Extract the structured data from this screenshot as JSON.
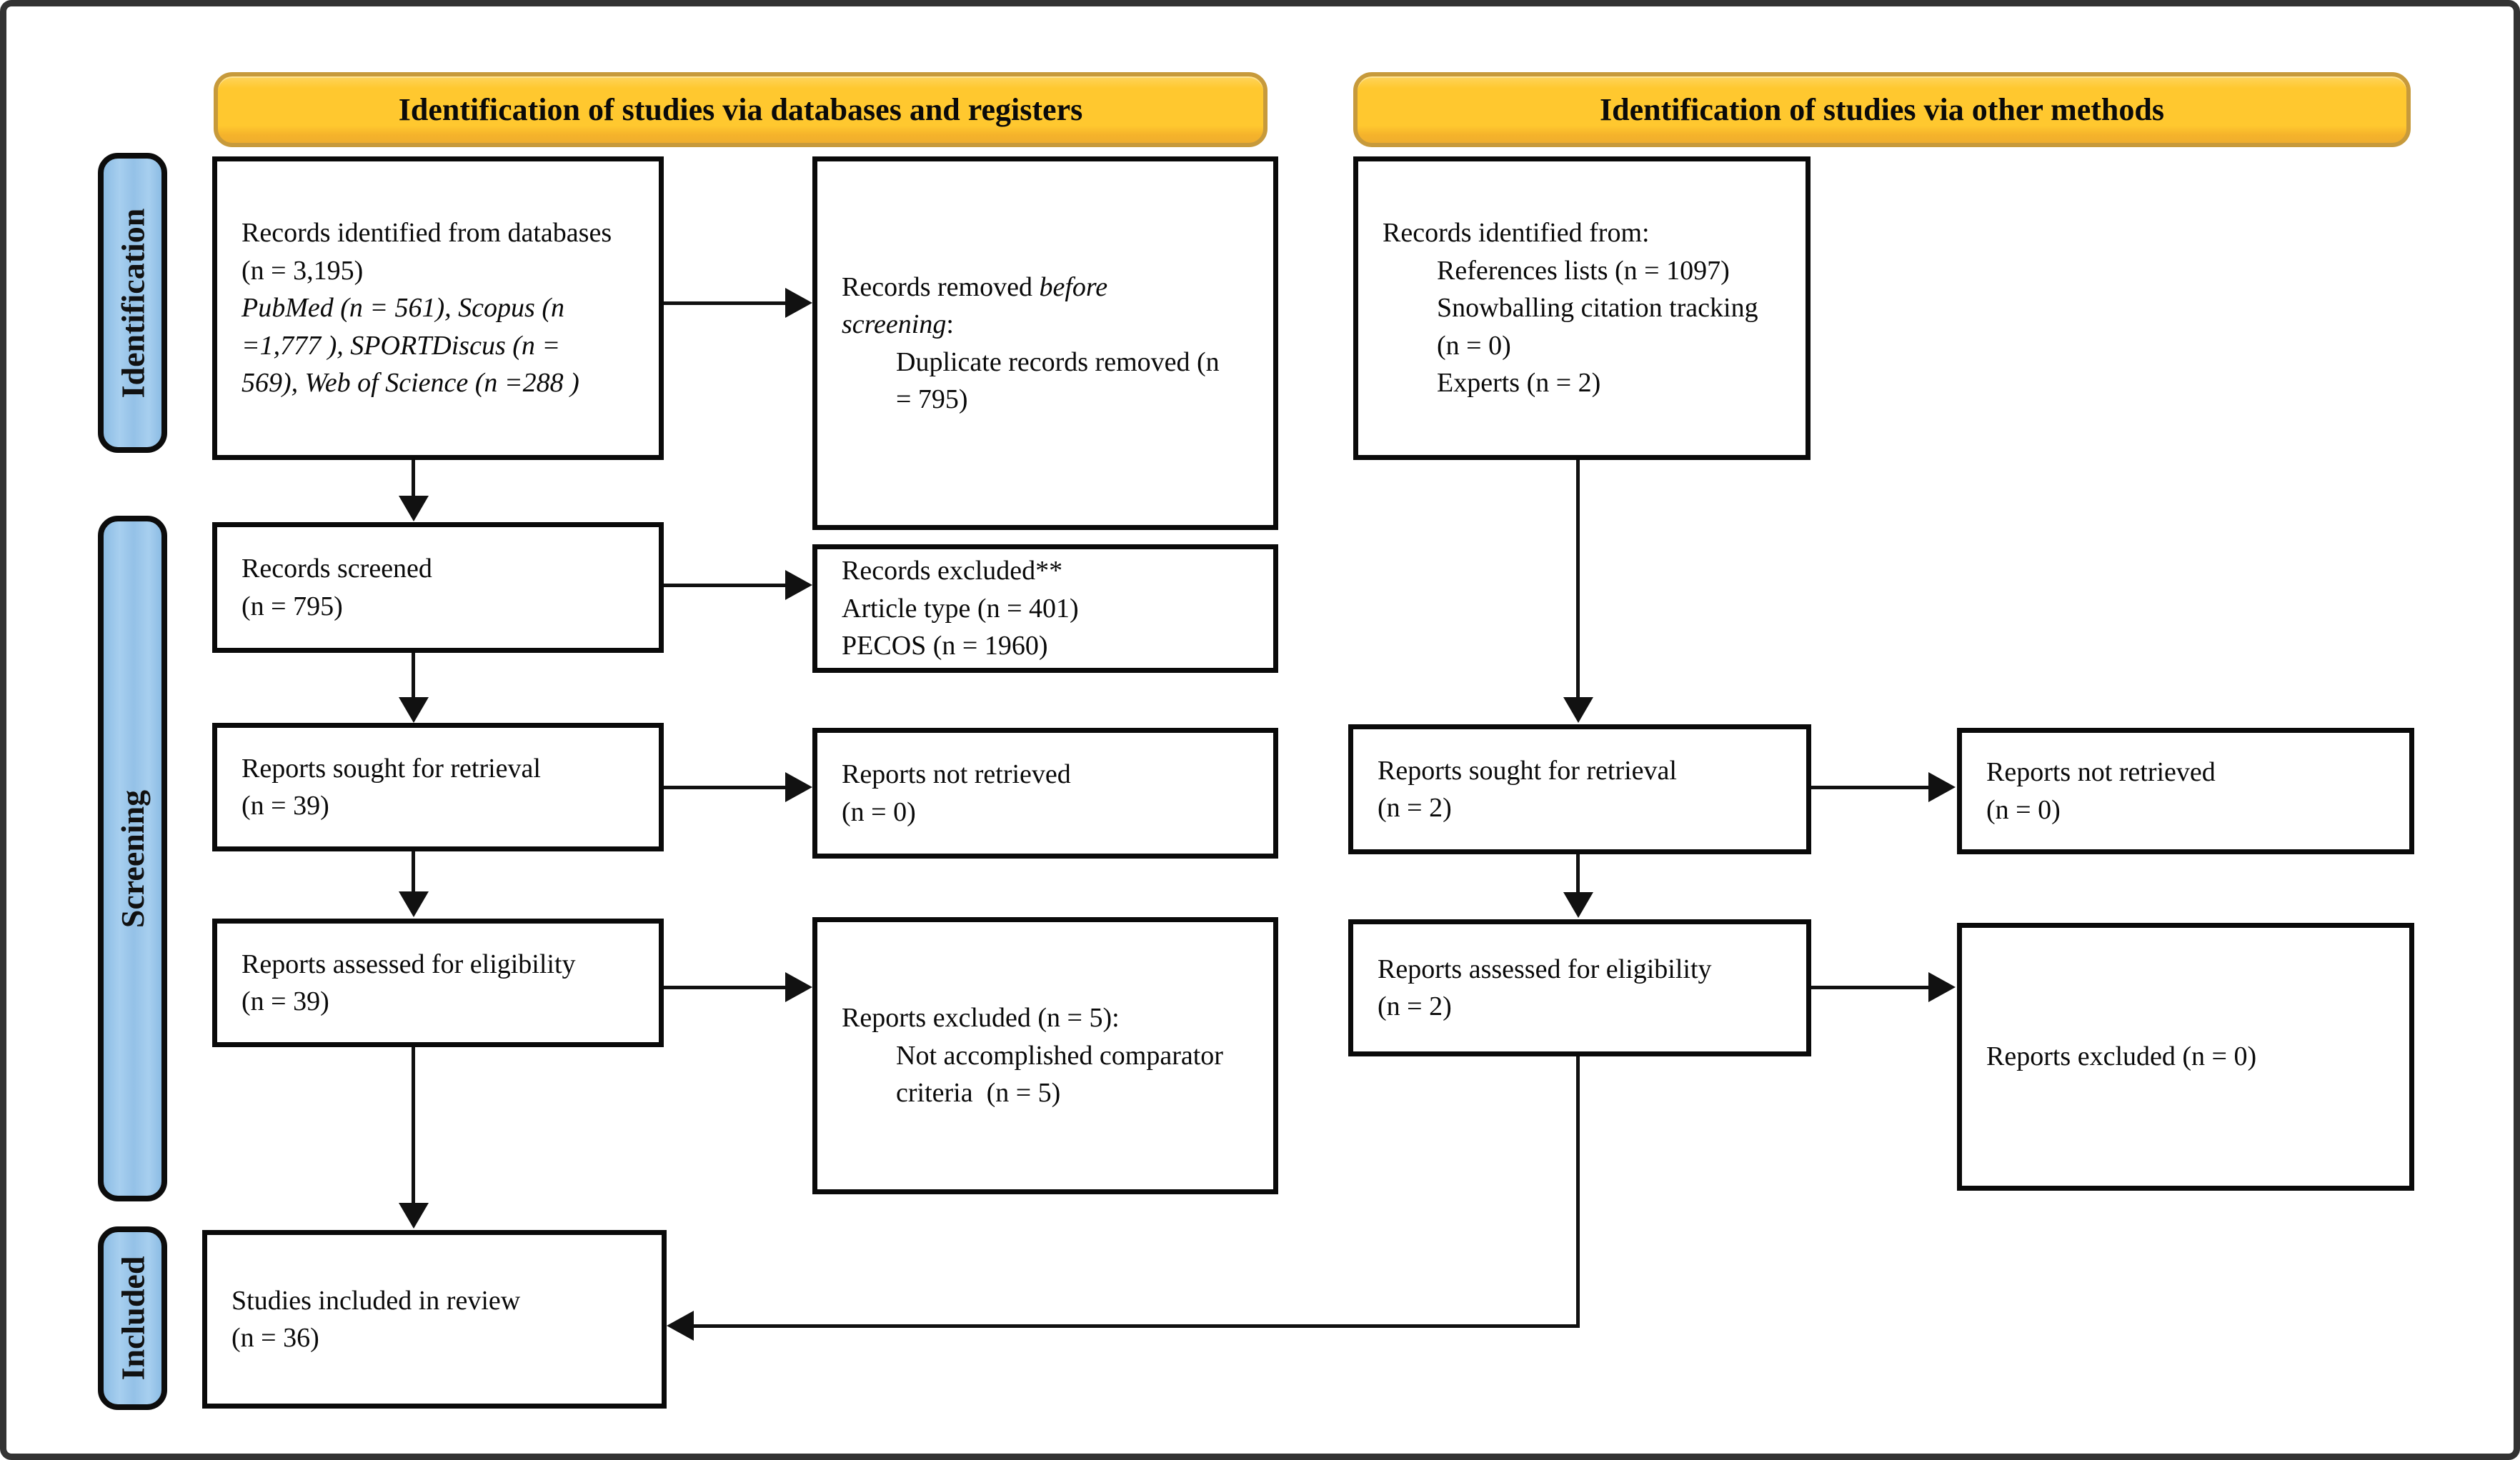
{
  "headers": {
    "left": "Identification of studies via databases and registers",
    "right": "Identification of studies via other methods"
  },
  "sidebar": {
    "identification": "Identification",
    "screening": "Screening",
    "included": "Included"
  },
  "boxes": {
    "records_identified_db": {
      "main": "Records identified from databases\n(n = 3,195)\n",
      "detail_italic": "PubMed (n = 561), Scopus (n\n=1,777 ), SPORTDiscus (n =\n569), Web of Science (n =288 )"
    },
    "records_removed": {
      "prefix": "Records removed ",
      "italic": "before\nscreening",
      "suffix": ":\n        Duplicate records removed (n\n        = 795)"
    },
    "records_screened": {
      "text": "Records screened\n(n = 795)"
    },
    "records_excluded": {
      "text": "Records excluded**\nArticle type (n = 401)\nPECOS (n = 1960)"
    },
    "reports_sought_db": {
      "text": "Reports sought for retrieval\n(n = 39)"
    },
    "reports_not_retrieved_db": {
      "text": "Reports not retrieved\n(n = 0)"
    },
    "reports_assessed_db": {
      "text": "Reports assessed for eligibility\n(n = 39)"
    },
    "reports_excluded_db": {
      "text": "Reports excluded (n = 5):\n        Not accomplished comparator\n        criteria  (n = 5)"
    },
    "records_identified_other": {
      "text": "Records identified from:\n        References lists (n = 1097)\n        Snowballing citation tracking\n        (n = 0)\n        Experts (n = 2)"
    },
    "reports_sought_other": {
      "text": "Reports sought for retrieval\n(n = 2)"
    },
    "reports_not_retrieved_other": {
      "text": "Reports not retrieved\n(n = 0)"
    },
    "reports_assessed_other": {
      "text": "Reports assessed for eligibility\n(n = 2)"
    },
    "reports_excluded_other": {
      "text": "Reports excluded (n = 0)"
    },
    "studies_included": {
      "text": "Studies included in review\n(n = 36)"
    }
  },
  "colors": {
    "banner_fill": "#FFC82F",
    "banner_border": "#C79A3B",
    "stageband_fill": "#94C1E7",
    "box_border": "#0A0A0A",
    "frame_border": "#333333",
    "arrow": "#111111"
  }
}
